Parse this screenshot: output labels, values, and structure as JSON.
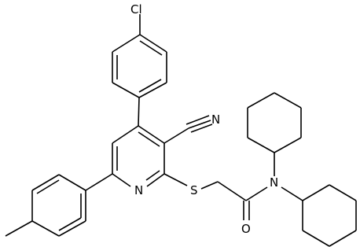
{
  "molecule": {
    "atoms": {
      "chlorine": "Cl",
      "nitrile_nitrogen": "N",
      "pyridine_nitrogen": "N",
      "sulfur": "S",
      "carbonyl_oxygen": "O",
      "amide_nitrogen": "N"
    }
  }
}
